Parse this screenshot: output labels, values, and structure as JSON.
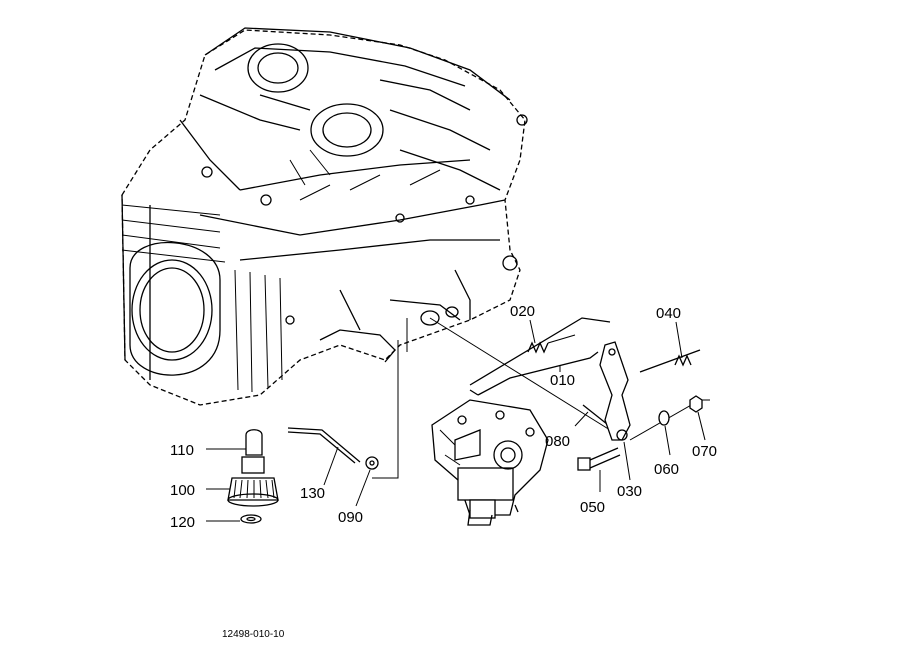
{
  "labels": {
    "p010": "010",
    "p020": "020",
    "p030": "030",
    "p040": "040",
    "p050": "050",
    "p060": "060",
    "p070": "070",
    "p080": "080",
    "p090": "090",
    "p100": "100",
    "p110": "110",
    "p120": "120",
    "p130": "130"
  },
  "figure_id": "12498-010-10"
}
